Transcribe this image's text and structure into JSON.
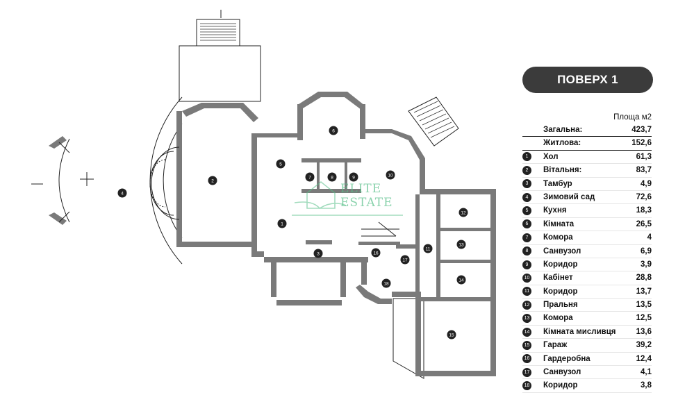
{
  "floor_label": "ПОВЕРХ 1",
  "area_header": "Площа м2",
  "totals": [
    {
      "label": "Загальна:",
      "value": "423,7"
    },
    {
      "label": "Житлова:",
      "value": "152,6"
    }
  ],
  "rooms": [
    {
      "n": "1",
      "name": "Хол",
      "area": "61,3"
    },
    {
      "n": "2",
      "name": "Вітальня:",
      "area": "83,7"
    },
    {
      "n": "3",
      "name": "Тамбур",
      "area": "4,9"
    },
    {
      "n": "4",
      "name": "Зимовий сад",
      "area": "72,6"
    },
    {
      "n": "5",
      "name": "Кухня",
      "area": "18,3"
    },
    {
      "n": "6",
      "name": "Кімната",
      "area": "26,5"
    },
    {
      "n": "7",
      "name": "Комора",
      "area": "4"
    },
    {
      "n": "8",
      "name": "Санвузол",
      "area": "6,9"
    },
    {
      "n": "9",
      "name": "Коридор",
      "area": "3,9"
    },
    {
      "n": "10",
      "name": "Кабінет",
      "area": "28,8"
    },
    {
      "n": "11",
      "name": "Коридор",
      "area": "13,7"
    },
    {
      "n": "12",
      "name": "Пральня",
      "area": "13,5"
    },
    {
      "n": "13",
      "name": "Комора",
      "area": "12,5"
    },
    {
      "n": "14",
      "name": "Кімната мисливця",
      "area": "13,6"
    },
    {
      "n": "15",
      "name": "Гараж",
      "area": "39,2"
    },
    {
      "n": "16",
      "name": "Гардеробна",
      "area": "12,4"
    },
    {
      "n": "17",
      "name": "Санвузол",
      "area": "4,1"
    },
    {
      "n": "18",
      "name": "Коридор",
      "area": "3,8"
    }
  ],
  "watermark": [
    "ELITE",
    "ESTATE"
  ],
  "colors": {
    "wall": "#7a7a7a",
    "badge": "#3b3b3b",
    "watermark": "#59c08a"
  }
}
